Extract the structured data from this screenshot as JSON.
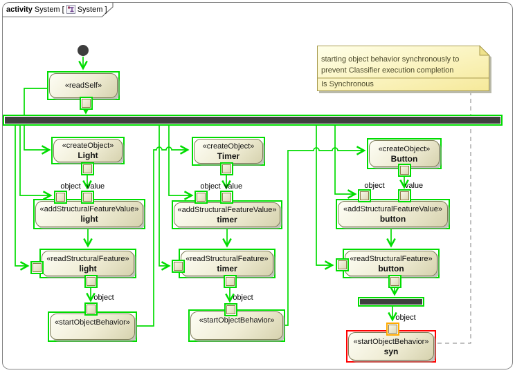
{
  "tab": {
    "kind": "activity",
    "title": "System [",
    "title_close": "System ]"
  },
  "labels": {
    "object": "object",
    "value": "value"
  },
  "note": {
    "line1": "starting object behavior synchronously to",
    "line2": "prevent Classifier execution completion",
    "property": "Is Synchronous"
  },
  "nodes": {
    "readSelf": {
      "stereotype": "«readSelf»"
    },
    "createLight": {
      "stereotype": "«createObject»",
      "name": "Light"
    },
    "addLight": {
      "stereotype": "«addStructuralFeatureValue»",
      "name": "light"
    },
    "readLight": {
      "stereotype": "«readStructuralFeature»",
      "name": "light"
    },
    "sobLight": {
      "stereotype": "«startObjectBehavior»"
    },
    "createTimer": {
      "stereotype": "«createObject»",
      "name": "Timer"
    },
    "addTimer": {
      "stereotype": "«addStructuralFeatureValue»",
      "name": "timer"
    },
    "readTimer": {
      "stereotype": "«readStructuralFeature»",
      "name": "timer"
    },
    "sobTimer": {
      "stereotype": "«startObjectBehavior»"
    },
    "createButton": {
      "stereotype": "«createObject»",
      "name": "Button"
    },
    "addButton": {
      "stereotype": "«addStructuralFeatureValue»",
      "name": "button"
    },
    "readButton": {
      "stereotype": "«readStructuralFeature»",
      "name": "button"
    },
    "sobSyn": {
      "stereotype": "«startObjectBehavior»",
      "name": "syn"
    }
  },
  "colors": {
    "selection_green": "#00dc00",
    "highlight_red": "#ff0000",
    "highlight_orange": "#ffaa00",
    "node_border": "#7d7c57",
    "node_fill_top": "#fdfdf4",
    "node_fill_bottom": "#d6d2ae",
    "bar_fill": "#3f3f3f",
    "note_border": "#a89b4e",
    "note_fill_top": "#ffffe9",
    "note_fill_bottom": "#f6e99a",
    "note_text": "#4c4a2c",
    "frame_border": "#7f7f7f"
  }
}
